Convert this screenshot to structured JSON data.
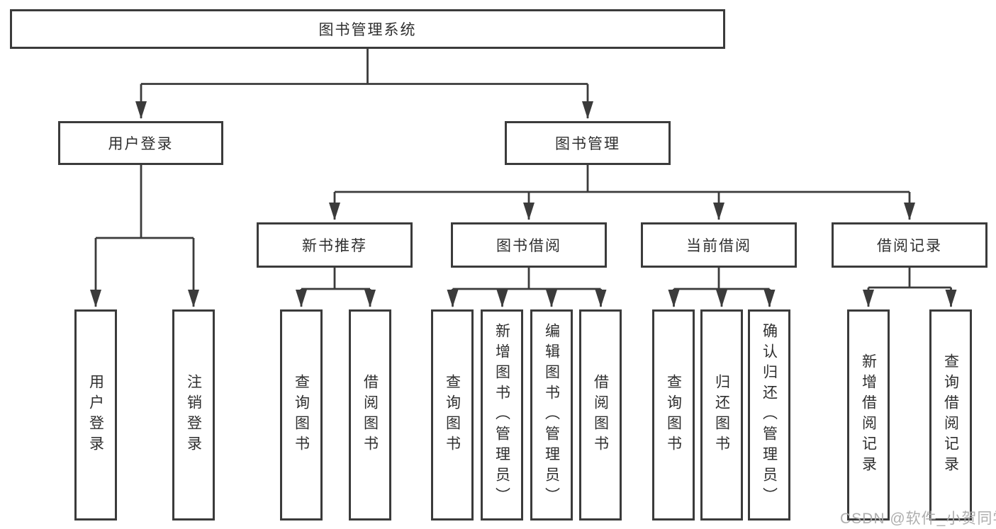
{
  "tree": {
    "label": "图书管理系统",
    "children": [
      {
        "label": "用户登录",
        "children": [
          {
            "label": "用户登录"
          },
          {
            "label": "注销登录"
          }
        ]
      },
      {
        "label": "图书管理",
        "children": [
          {
            "label": "新书推荐",
            "children": [
              {
                "label": "查询图书"
              },
              {
                "label": "借阅图书"
              }
            ]
          },
          {
            "label": "图书借阅",
            "children": [
              {
                "label": "查询图书"
              },
              {
                "label": "新增图书（管理员）"
              },
              {
                "label": "编辑图书（管理员）"
              },
              {
                "label": "借阅图书"
              }
            ]
          },
          {
            "label": "当前借阅",
            "children": [
              {
                "label": "查询图书"
              },
              {
                "label": "归还图书"
              },
              {
                "label": "确认归还（管理员）"
              }
            ]
          },
          {
            "label": "借阅记录",
            "children": [
              {
                "label": "新增借阅记录"
              },
              {
                "label": "查询借阅记录"
              }
            ]
          }
        ]
      }
    ]
  },
  "watermark": {
    "text": "CSDN @软件_小贺同学"
  },
  "colors": {
    "line": "#3b3b3b",
    "box_border": "#3b3b3b",
    "text": "#2f2f2f",
    "watermark": "#aaaaaa",
    "background": "#ffffff"
  }
}
